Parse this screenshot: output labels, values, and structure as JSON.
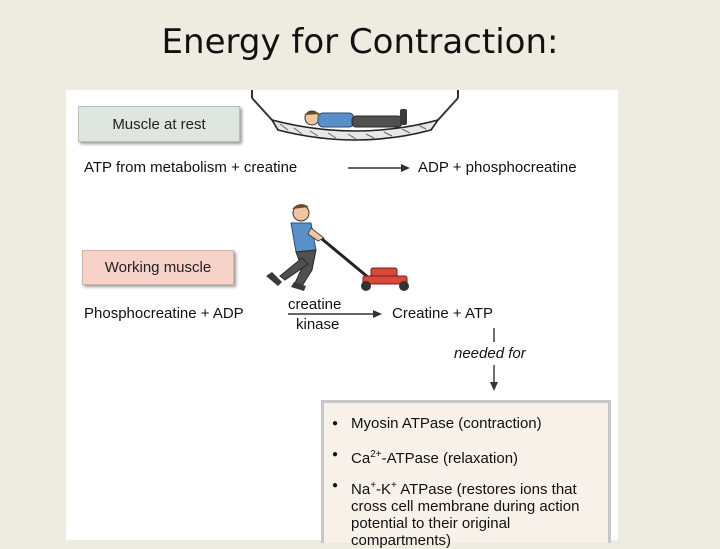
{
  "title": "Energy for Contraction:",
  "rest": {
    "label": "Muscle at rest",
    "reactant": "ATP from metabolism + creatine",
    "product": "ADP + phosphocreatine"
  },
  "work": {
    "label": "Working muscle",
    "reactant": "Phosphocreatine + ADP",
    "enzyme_top": "creatine",
    "enzyme_bottom": "kinase",
    "product": "Creatine + ATP",
    "needed": "needed for"
  },
  "uses": {
    "myosin": "Myosin ATPase (contraction)",
    "ca_prefix": "Ca",
    "ca_sup": "2+",
    "ca_suffix": "-ATPase (relaxation)",
    "na_prefix": "Na",
    "na_sup1": "+",
    "na_mid": "-K",
    "na_sup2": "+",
    "na_suffix": " ATPase (restores ions that cross cell membrane during action potential to their original compartments)"
  },
  "bullet": "●",
  "colors": {
    "background": "#eeece1",
    "rest_box": "#dfe5df",
    "work_box": "#f6d2c8",
    "list_box": "#f7f1ea",
    "mower": "#d9493b",
    "shirt": "#5b8fc8",
    "pants": "#505050"
  }
}
